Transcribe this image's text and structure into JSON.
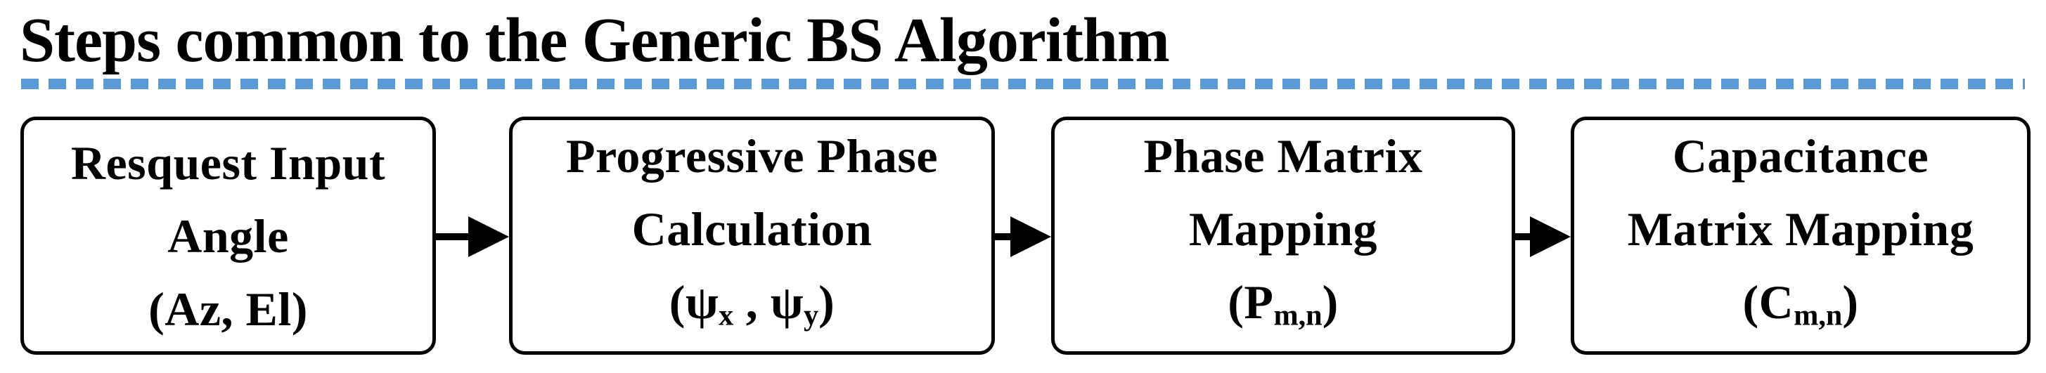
{
  "title": "Steps common to the Generic BS Algorithm",
  "colors": {
    "divider_dash": "#5B9BD5",
    "box_border": "#000000",
    "text": "#000000",
    "background": "#ffffff"
  },
  "boxes": [
    {
      "id": "request-input-angle",
      "line1": "Resquest Input",
      "line2": "Angle",
      "line3": [
        {
          "t": "(Az, El)",
          "sub": false
        }
      ]
    },
    {
      "id": "progressive-phase-calculation",
      "line1": "Progressive Phase",
      "line2": "Calculation",
      "line3": [
        {
          "t": "(ψ",
          "sub": false
        },
        {
          "t": "x",
          "sub": true
        },
        {
          "t": " , ψ",
          "sub": false
        },
        {
          "t": "y",
          "sub": true
        },
        {
          "t": ")",
          "sub": false
        }
      ]
    },
    {
      "id": "phase-matrix-mapping",
      "line1": "Phase Matrix",
      "line2": "Mapping",
      "line3": [
        {
          "t": "(P",
          "sub": false
        },
        {
          "t": "m,n",
          "sub": true
        },
        {
          "t": ")",
          "sub": false
        }
      ]
    },
    {
      "id": "capacitance-matrix-mapping",
      "line1": "Capacitance",
      "line2": "Matrix Mapping",
      "line3": [
        {
          "t": "(C",
          "sub": false
        },
        {
          "t": "m,n",
          "sub": true
        },
        {
          "t": ")",
          "sub": false
        }
      ]
    }
  ],
  "arrows": [
    {
      "from": "request-input-angle",
      "to": "progressive-phase-calculation"
    },
    {
      "from": "progressive-phase-calculation",
      "to": "phase-matrix-mapping"
    },
    {
      "from": "phase-matrix-mapping",
      "to": "capacitance-matrix-mapping"
    }
  ]
}
